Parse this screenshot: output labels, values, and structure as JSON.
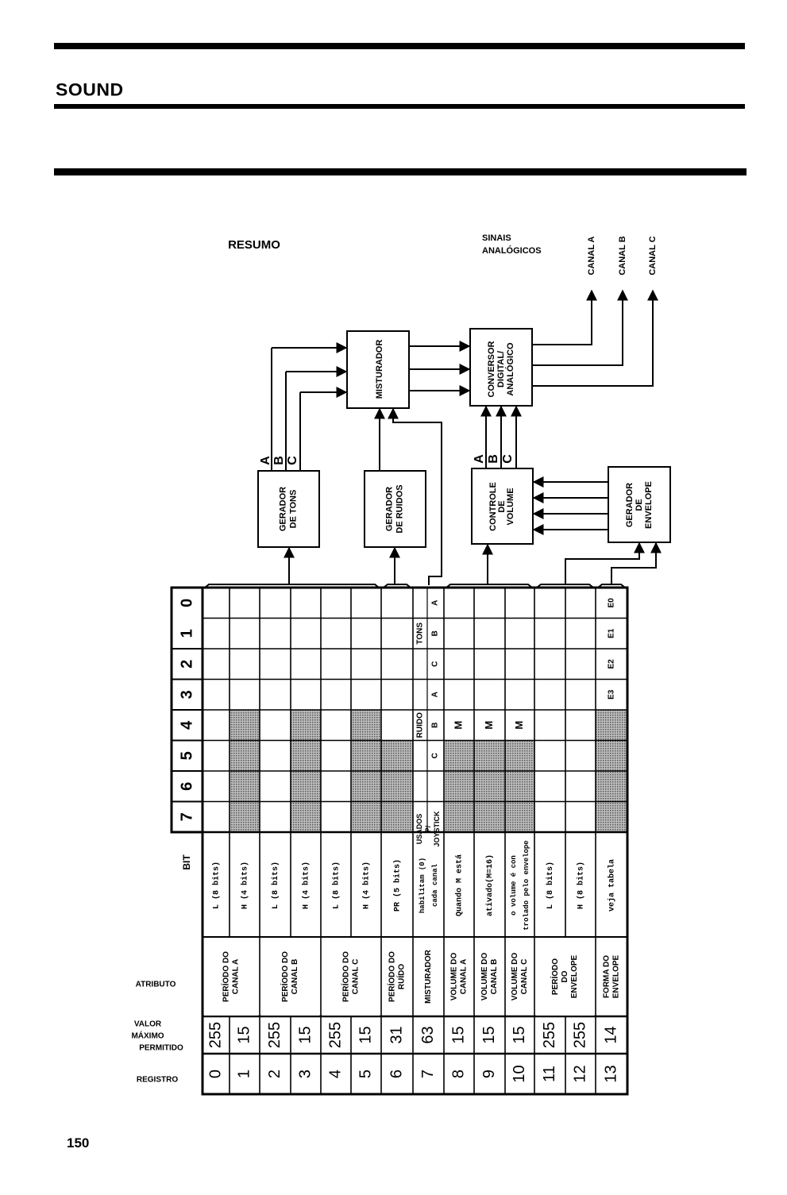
{
  "header": {
    "title": "SOUND"
  },
  "page_number": "150",
  "diagram": {
    "title": "RESUMO",
    "signals_label": [
      "SINAIS",
      "ANALÓGICOS"
    ],
    "outputs": [
      "CANAL A",
      "CANAL B",
      "CANAL C"
    ],
    "blocks": {
      "mixer": [
        "MISTURADOR"
      ],
      "dac": [
        "CONVERSOR",
        "DIGITAL/",
        "ANALÓGICO"
      ],
      "tone_gen": [
        "GERADOR",
        "DE TONS"
      ],
      "noise_gen": [
        "GERADOR",
        "DE RUIDOS"
      ],
      "volume_ctrl": [
        "CONTROLE",
        "DE",
        "VOLUME"
      ],
      "envelope_gen": [
        "GERADOR",
        "DE",
        "ENVELOPE"
      ]
    },
    "channel_letters": [
      "A",
      "B",
      "C"
    ]
  },
  "table": {
    "bit_label": "BIT",
    "bits": [
      "7",
      "6",
      "5",
      "4",
      "3",
      "2",
      "1",
      "0"
    ],
    "header_labels": {
      "attribute": "ATRIBUTO",
      "max_value": [
        "VALOR",
        "MÁXIMO",
        "PERMITIDO"
      ],
      "register": "REGISTRO"
    },
    "rows": [
      {
        "reg": "0",
        "max": "255",
        "desc": "L (8 bits)"
      },
      {
        "reg": "1",
        "max": "15",
        "desc": "H (4 bits)"
      },
      {
        "reg": "2",
        "max": "255",
        "desc": "L (8 bits)"
      },
      {
        "reg": "3",
        "max": "15",
        "desc": "H (4 bits)"
      },
      {
        "reg": "4",
        "max": "255",
        "desc": "L (8 bits)"
      },
      {
        "reg": "5",
        "max": "15",
        "desc": "H (4 bits)"
      },
      {
        "reg": "6",
        "max": "31",
        "desc": "PR (5 bits)"
      },
      {
        "reg": "7",
        "max": "63",
        "desc": "habilitam (0) cada canal"
      },
      {
        "reg": "8",
        "max": "15",
        "desc": "Quando M está"
      },
      {
        "reg": "9",
        "max": "15",
        "desc": "ativado(M=16)"
      },
      {
        "reg": "10",
        "max": "15",
        "desc": "o volume é con trolado pelo envelope"
      },
      {
        "reg": "11",
        "max": "255",
        "desc": "L (8 bits)"
      },
      {
        "reg": "12",
        "max": "255",
        "desc": "H (8 bits)"
      },
      {
        "reg": "13",
        "max": "14",
        "desc": "veja tabela"
      }
    ],
    "attributes": [
      {
        "rows": [
          0,
          1
        ],
        "text": [
          "PERÍODO DO",
          "CANAL A"
        ]
      },
      {
        "rows": [
          2,
          3
        ],
        "text": [
          "PERÍODO DO",
          "CANAL B"
        ]
      },
      {
        "rows": [
          4,
          5
        ],
        "text": [
          "PERÍODO DO",
          "CANAL C"
        ]
      },
      {
        "rows": [
          6,
          6
        ],
        "text": [
          "PERÍODO DO",
          "RUÍDO"
        ]
      },
      {
        "rows": [
          7,
          7
        ],
        "text": [
          "MISTURADOR"
        ]
      },
      {
        "rows": [
          8,
          8
        ],
        "text": [
          "VOLUME DO",
          "CANAL A"
        ]
      },
      {
        "rows": [
          9,
          9
        ],
        "text": [
          "VOLUME DO",
          "CANAL B"
        ]
      },
      {
        "rows": [
          10,
          10
        ],
        "text": [
          "VOLUME DO",
          "CANAL C"
        ]
      },
      {
        "rows": [
          11,
          12
        ],
        "text": [
          "PERÍODO",
          "DO",
          "ENVELOPE"
        ]
      },
      {
        "rows": [
          13,
          13
        ],
        "text": [
          "FORMA DO",
          "ENVELOPE"
        ]
      }
    ],
    "shaded_ranges": [
      {
        "row": 1,
        "from_bit": 7,
        "to_bit": 4
      },
      {
        "row": 3,
        "from_bit": 7,
        "to_bit": 4
      },
      {
        "row": 5,
        "from_bit": 7,
        "to_bit": 4
      },
      {
        "row": 6,
        "from_bit": 7,
        "to_bit": 5
      },
      {
        "row": 8,
        "from_bit": 7,
        "to_bit": 5
      },
      {
        "row": 9,
        "from_bit": 7,
        "to_bit": 5
      },
      {
        "row": 10,
        "from_bit": 7,
        "to_bit": 5
      },
      {
        "row": 13,
        "from_bit": 7,
        "to_bit": 4
      }
    ],
    "mixer_row": {
      "joystick_label": [
        "USADOS",
        "P/",
        "JOYSTICK"
      ],
      "noise_label": "RUIDO",
      "tones_label": "TONS",
      "noise_bits": [
        "C",
        "B",
        "A"
      ],
      "tone_bits": [
        "C",
        "B",
        "A"
      ]
    },
    "m_label": "M",
    "envelope_shape_bits": [
      "E3",
      "E2",
      "E1",
      "E0"
    ]
  }
}
